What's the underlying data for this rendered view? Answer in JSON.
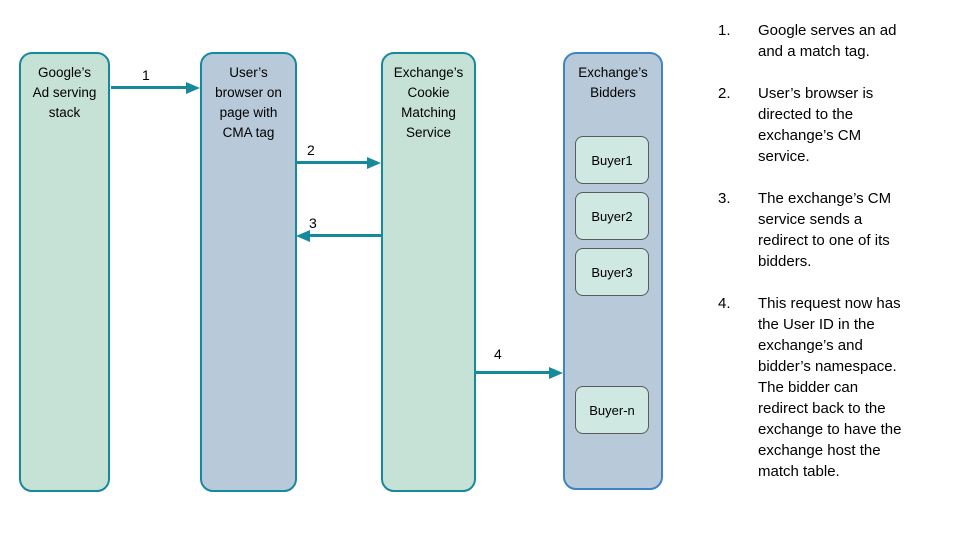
{
  "colors": {
    "teal_stroke": "#17899c",
    "green_fill": "#c6e2d6",
    "blue_fill": "#b8cada",
    "blue_stroke": "#3d85c6",
    "buyer_fill": "#cfe9e2",
    "buyer_stroke": "#5a5a5a",
    "text": "#000000"
  },
  "diagram": {
    "nodes": [
      {
        "id": "google-ad-stack",
        "label_lines": [
          "Google’s",
          "Ad serving",
          "stack"
        ]
      },
      {
        "id": "user-browser",
        "label_lines": [
          "User’s",
          "browser on",
          "page with",
          "CMA tag"
        ]
      },
      {
        "id": "cookie-matching-service",
        "label_lines": [
          "Exchange’s",
          "Cookie",
          "Matching",
          "Service"
        ]
      },
      {
        "id": "exchange-bidders",
        "label_lines": [
          "Exchange’s",
          "Bidders"
        ],
        "buyers": [
          {
            "label": "Buyer1"
          },
          {
            "label": "Buyer2"
          },
          {
            "label": "Buyer3"
          },
          {
            "label": "Buyer-n"
          }
        ]
      }
    ],
    "arrows": [
      {
        "label": "1",
        "from": "google-ad-stack",
        "to": "user-browser",
        "direction": "right"
      },
      {
        "label": "2",
        "from": "user-browser",
        "to": "cookie-matching-service",
        "direction": "right"
      },
      {
        "label": "3",
        "from": "cookie-matching-service",
        "to": "user-browser",
        "direction": "left"
      },
      {
        "label": "4",
        "from": "cookie-matching-service",
        "to": "exchange-bidders",
        "direction": "right"
      }
    ]
  },
  "steps": {
    "items": [
      {
        "number": "1.",
        "lines": [
          "Google serves an ad",
          "and a match tag."
        ]
      },
      {
        "number": "2.",
        "lines": [
          "User’s browser is",
          "directed to the",
          "exchange’s CM",
          "service."
        ]
      },
      {
        "number": "3.",
        "lines": [
          "The exchange’s CM",
          "service sends a",
          "redirect to one of its",
          "bidders."
        ]
      },
      {
        "number": "4.",
        "lines": [
          "This request now has",
          "the User ID in the",
          "exchange’s and",
          "bidder’s namespace.",
          "The bidder can",
          "redirect back to the",
          "exchange to have the",
          "exchange host the",
          "match table."
        ]
      }
    ]
  }
}
